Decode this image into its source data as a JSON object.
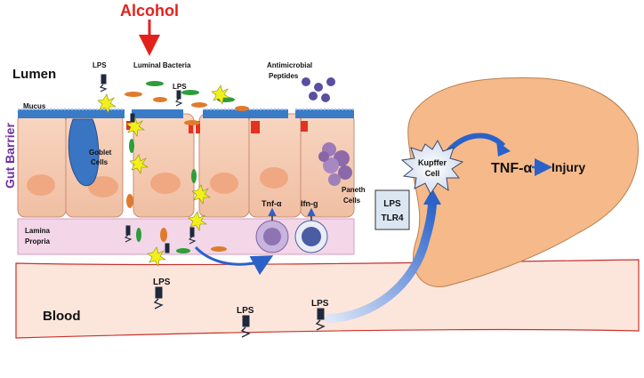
{
  "labels": {
    "alcohol": "Alcohol",
    "lumen": "Lumen",
    "lps": "LPS",
    "luminal_bacteria": "Luminal Bacteria",
    "antimicrobial_peptides_line1": "Antimicrobial",
    "antimicrobial_peptides_line2": "Peptides",
    "mucus": "Mucus",
    "gut_barrier": "Gut Barrier",
    "goblet_cells_line1": "Goblet",
    "goblet_cells_line2": "Cells",
    "paneth_cells_line1": "Paneth",
    "paneth_cells_line2": "Cells",
    "tnf_alpha_small": "Tnf-α",
    "ifn_g": "Ifn-g",
    "lamina_propria_line1": "Lamina",
    "lamina_propria_line2": "Propria",
    "blood": "Blood",
    "kupffer_line1": "Kupffer",
    "kupffer_line2": "Cell",
    "lps_tlr4_line1": "LPS",
    "lps_tlr4_line2": "TLR4",
    "tnf_alpha_large": "TNF-α",
    "injury": "Injury"
  },
  "colors": {
    "alcohol_red": "#e3211c",
    "gut_barrier_purple": "#7030a0",
    "mucus_blue": "#3a7bc8",
    "cell_fill": "#f5c9b0",
    "nucleus": "#f0a882",
    "liver": "#f6b98a",
    "blood_vessel": "#fce6dc",
    "flow_arrow": "#2a62c9"
  }
}
